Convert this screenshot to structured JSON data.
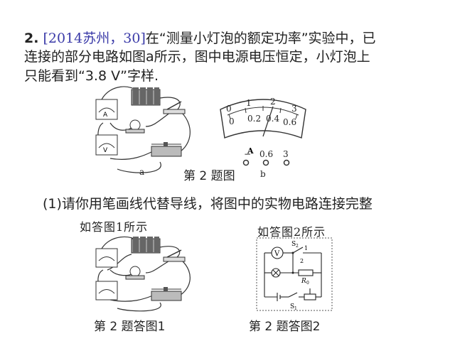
{
  "question": {
    "number": "2",
    "separator": ".",
    "source": "[2014苏州，30]",
    "line1_rest": "在“测量小灯泡的额定功率”实验中，已",
    "line2": "连接的部分电路如图a所示，图中电源电压恒定，小灯泡上",
    "line3": "只能看到“3.8 V”字样."
  },
  "figure_main": {
    "label_a": "a",
    "label_b": "b",
    "caption": "第 2 题图",
    "ammeter": {
      "scale_top": [
        "0",
        "1",
        "2",
        "3"
      ],
      "scale_bottom": [
        "0",
        "0.2",
        "0.4",
        "0.6"
      ],
      "unit": "A",
      "terminals": [
        "−",
        "0.6",
        "3"
      ]
    }
  },
  "sub_question": "(1)请你用笔画线代替导线，将图中的实物电路连接完整",
  "answer_notes": {
    "note1": "如答图1所示",
    "note2": "如答图2所示"
  },
  "answer_figures": {
    "caption1": "第 2 题答图1",
    "caption2": "第 2 题答图2",
    "diagram2_labels": {
      "voltmeter": "V",
      "s2": "S",
      "s2_sub": "2",
      "pos1": "1",
      "pos2": "2",
      "r0": "R",
      "r0_sub": "0",
      "s1": "S",
      "s1_sub": "1"
    }
  }
}
